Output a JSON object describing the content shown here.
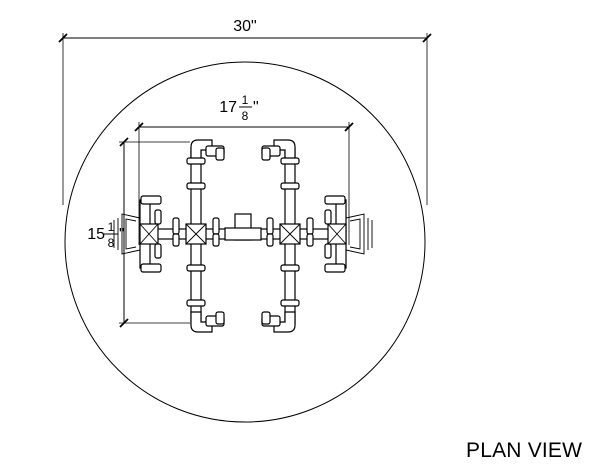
{
  "dimensions": {
    "overall_width": "30\"",
    "frame_width": {
      "whole": "17",
      "num": "1",
      "den": "8",
      "unit": "\""
    },
    "frame_depth": {
      "whole": "15",
      "num": "1",
      "den": "8",
      "unit": "\""
    }
  },
  "view_title": "PLAN VIEW"
}
